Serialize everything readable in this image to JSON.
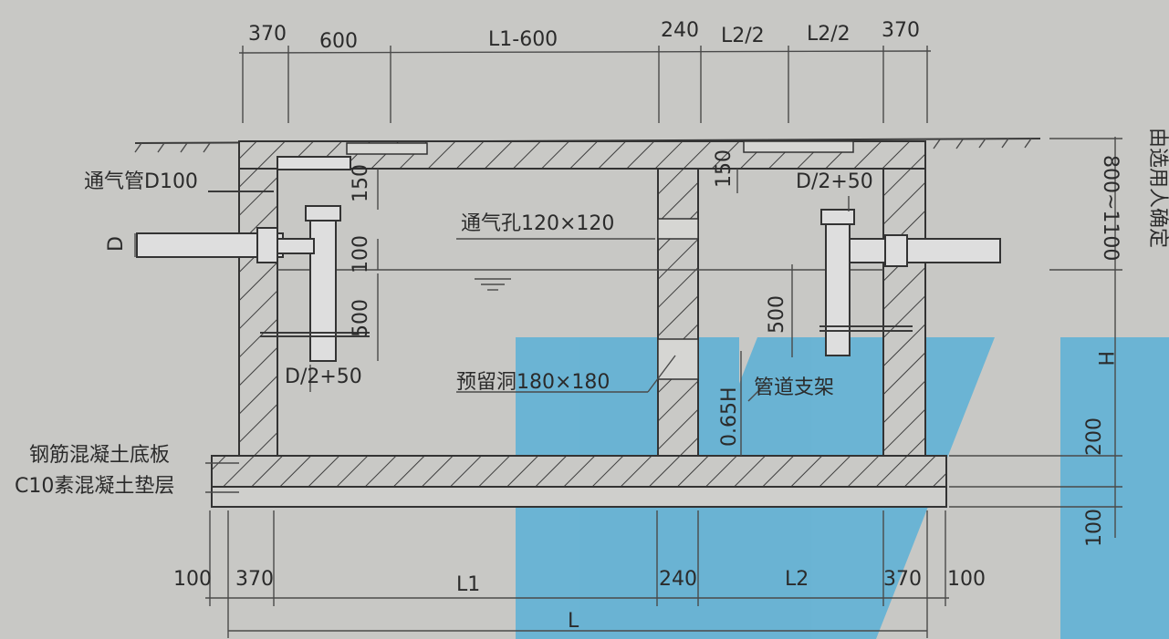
{
  "colors": {
    "background": "#c8c8c5",
    "line": "#3a3a3a",
    "watermark": "#5ab0d6"
  },
  "top_dims": {
    "d370a": "370",
    "d600": "600",
    "dL1_600": "L1-600",
    "d240": "240",
    "dL2_2a": "L2/2",
    "dL2_2b": "L2/2",
    "d370b": "370"
  },
  "bottom_dims": {
    "d100a": "100",
    "d370a": "370",
    "dL1": "L1",
    "d240": "240",
    "dL2": "L2",
    "d370b": "370",
    "d100b": "100",
    "dL": "L"
  },
  "right_dims": {
    "depth": "800~1100",
    "depth_note": "由选用人确定",
    "H": "H",
    "d200": "200",
    "d100": "100"
  },
  "inner_dims": {
    "d150_left": "150",
    "d100": "100",
    "d500_left": "500",
    "D": "D",
    "d150_right": "150",
    "d500_right": "500",
    "d065H": "0.65H",
    "D2_50_left": "D/2+50",
    "D2_50_right": "D/2+50"
  },
  "labels": {
    "vent_pipe": "通气管D100",
    "vent_hole": "通气孔120×120",
    "reserved_hole": "预留洞180×180",
    "pipe_support": "管道支架",
    "rc_slab": "钢筋混凝土底板",
    "c10_cushion": "C10素混凝土垫层"
  }
}
